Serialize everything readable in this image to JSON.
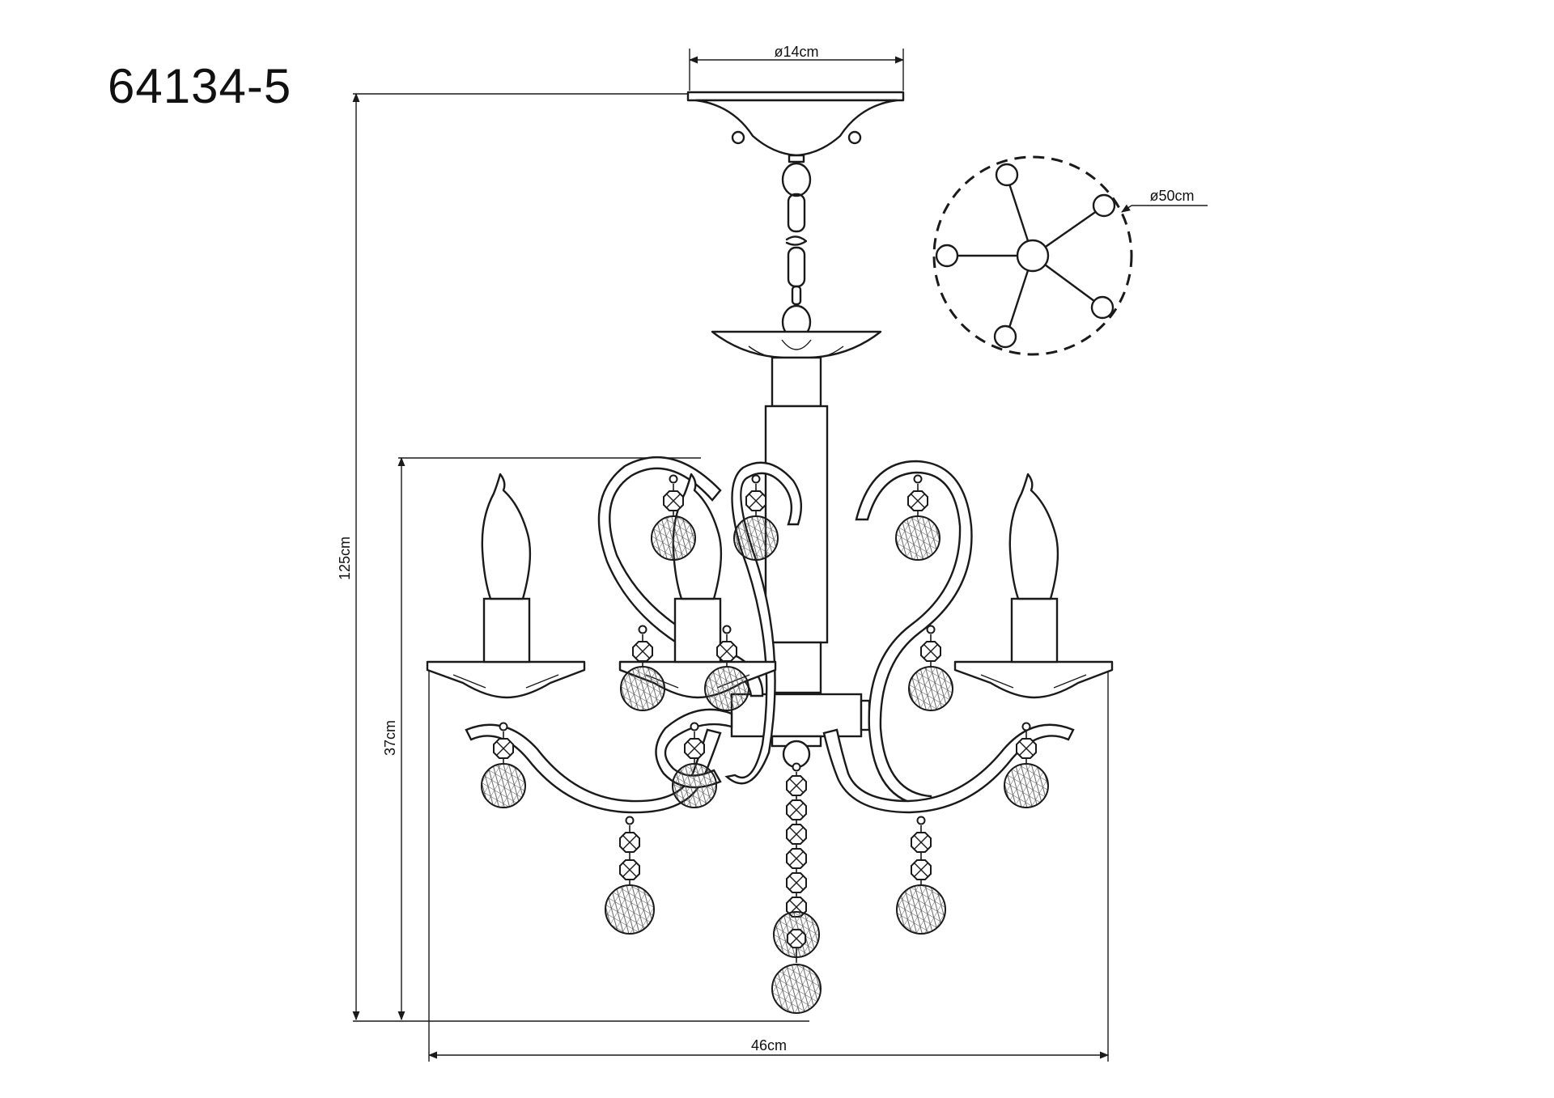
{
  "model_number": "64134-5",
  "dimensions": {
    "canopy_diameter": "ø14cm",
    "span_diameter": "ø50cm",
    "total_height": "125cm",
    "body_height": "37cm",
    "body_width": "46cm"
  },
  "colors": {
    "line": "#1a1a1a",
    "background": "#ffffff"
  }
}
